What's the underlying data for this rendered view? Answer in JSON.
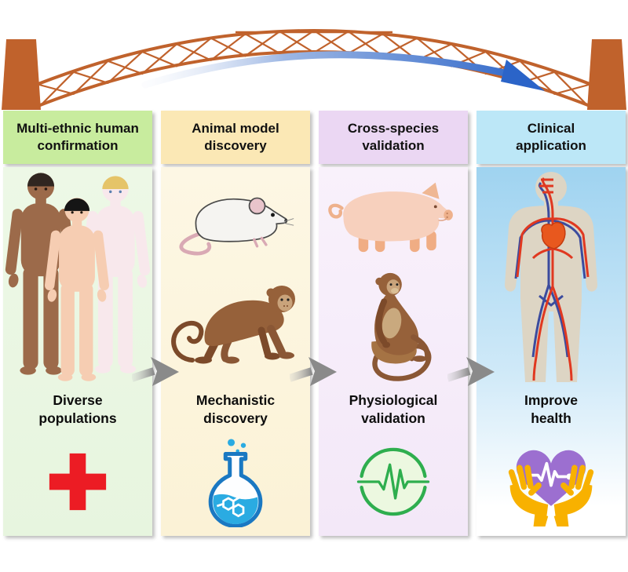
{
  "bridge": {
    "name": "truss-arch-bridge",
    "color": "#c0622c",
    "flow_arrow_color": "#2b64c8",
    "flow_direction": "left-to-right"
  },
  "flow_arrows": {
    "color": "#8a8a8a",
    "count": 3
  },
  "panels": [
    {
      "header": {
        "line1": "Multi-ethnic human",
        "line2": "confirmation"
      },
      "header_color": "#c8ec9e",
      "body_color": "#e9f6e1",
      "illustration": "three-diverse-human-figures",
      "label": {
        "line1": "Diverse",
        "line2": "populations"
      },
      "icon": "red-cross-icon",
      "icon_color": "#ec1c24"
    },
    {
      "header": {
        "line1": "Animal model",
        "line2": "discovery"
      },
      "header_color": "#fbe8b5",
      "body_color": "#fcf5dc",
      "illustration": "laboratory-mouse-and-monkey",
      "label": {
        "line1": "Mechanistic",
        "line2": "discovery"
      },
      "icon": "chemistry-flask-icon",
      "icon_color": "#2aabe2"
    },
    {
      "header": {
        "line1": "Cross-species",
        "line2": "validation"
      },
      "header_color": "#ebd7f3",
      "body_color": "#f7effa",
      "illustration": "pig-and-monkey",
      "label": {
        "line1": "Physiological",
        "line2": "validation"
      },
      "icon": "ecg-pulse-circle-icon",
      "icon_color": "#2eae4e"
    },
    {
      "header": {
        "line1": "Clinical",
        "line2": "application"
      },
      "header_color": "#bce7f7",
      "body_color": "#a9d9f2",
      "illustration": "human-circulatory-system",
      "label": {
        "line1": "Improve",
        "line2": "health"
      },
      "icon": "heart-in-hands-icon",
      "icon_color": "#9c6fd0"
    }
  ]
}
